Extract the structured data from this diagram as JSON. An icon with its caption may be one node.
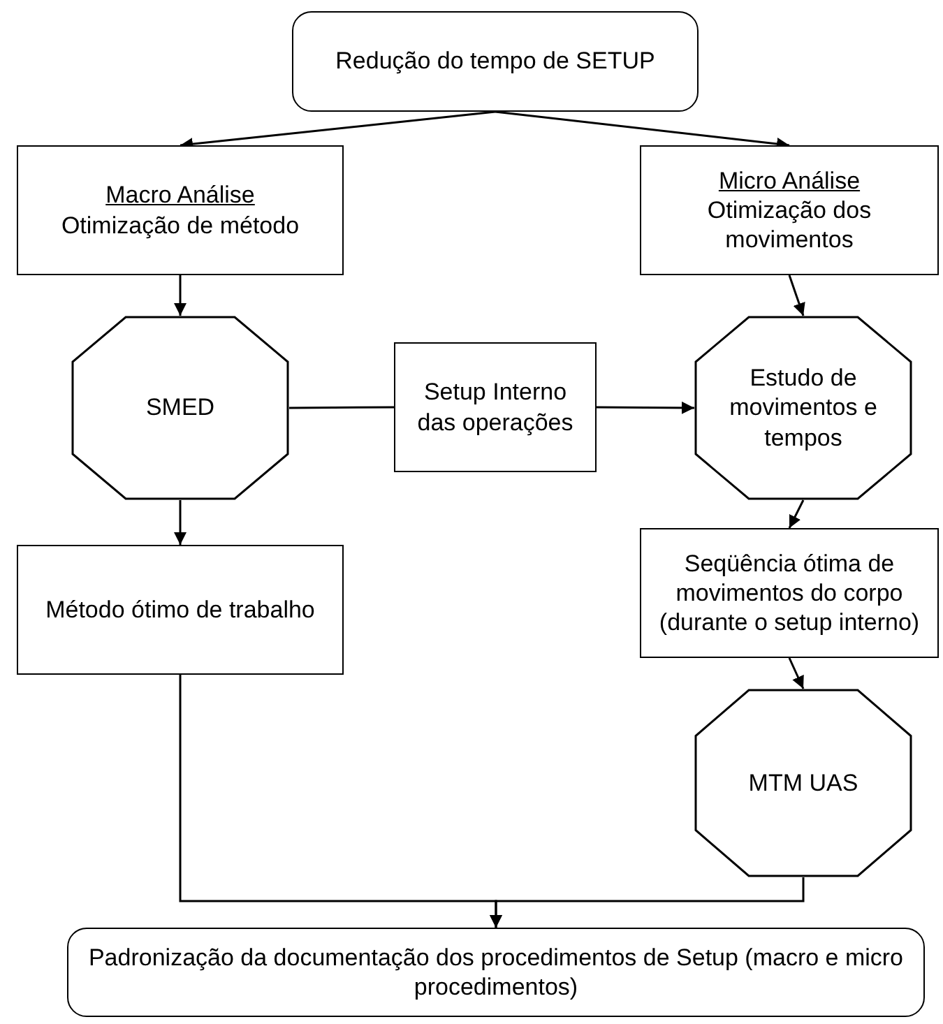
{
  "diagram": {
    "nodes": [
      {
        "text": [
          "Redução do tempo de SETUP"
        ]
      },
      {
        "text": [
          "Macro Análise",
          "Otimização de método"
        ]
      },
      {
        "text": [
          "Micro Análise",
          "Otimização dos movimentos"
        ]
      },
      {
        "text": [
          "SMED"
        ]
      },
      {
        "text": [
          "Setup Interno das operações"
        ]
      },
      {
        "text": [
          "Estudo de movimentos e tempos"
        ]
      },
      {
        "text": [
          "Método ótimo de trabalho"
        ]
      },
      {
        "text": [
          "Seqüência ótima de movimentos do corpo (durante o setup interno)"
        ]
      },
      {
        "text": [
          "MTM UAS"
        ]
      },
      {
        "text": [
          "Padronização da documentação dos procedimentos de Setup (macro e micro procedimentos)"
        ]
      }
    ],
    "edges": [
      {
        "from": 0,
        "to": 1,
        "arrow": "to"
      },
      {
        "from": 0,
        "to": 2,
        "arrow": "to"
      },
      {
        "from": 1,
        "to": 3,
        "arrow": "to"
      },
      {
        "from": 2,
        "to": 5,
        "arrow": "to"
      },
      {
        "from": 3,
        "to": 4,
        "arrow": "none"
      },
      {
        "from": 4,
        "to": 5,
        "arrow": "to"
      },
      {
        "from": 3,
        "to": 6,
        "arrow": "to"
      },
      {
        "from": 5,
        "to": 7,
        "arrow": "to"
      },
      {
        "from": 7,
        "to": 8,
        "arrow": "to"
      },
      {
        "from": 6,
        "to": 9,
        "arrow": "to"
      },
      {
        "from": 8,
        "to": 9,
        "arrow": "to"
      }
    ]
  }
}
